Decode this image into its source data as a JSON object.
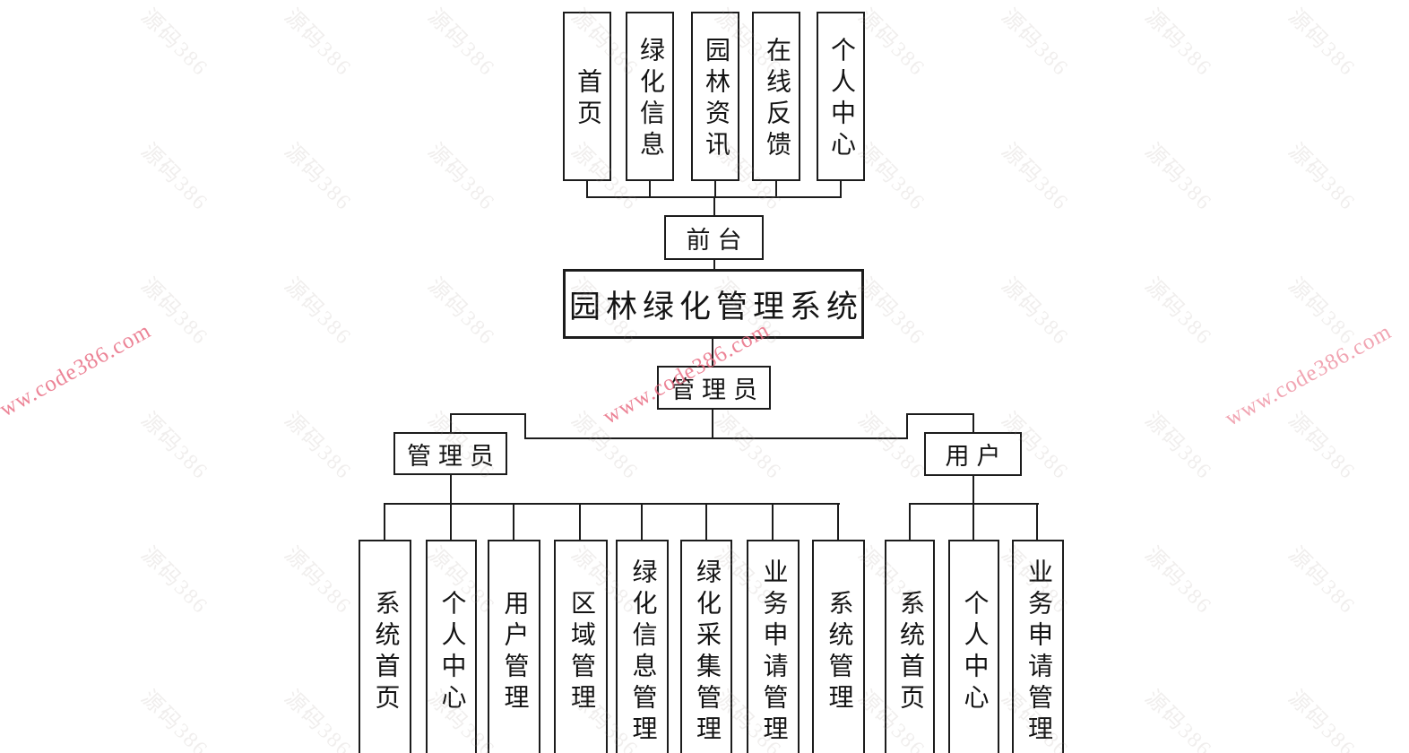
{
  "diagram": {
    "system": {
      "label": "园林绿化管理系统"
    },
    "frontend": {
      "label": "前台"
    },
    "frontend_modules": [
      {
        "label": "首页"
      },
      {
        "label": "绿化信息"
      },
      {
        "label": "园林资讯"
      },
      {
        "label": "在线反馈"
      },
      {
        "label": "个人中心"
      }
    ],
    "backend": {
      "label": "管理员"
    },
    "admin_branch": {
      "label": "管理员",
      "modules": [
        {
          "label": "系统首页"
        },
        {
          "label": "个人中心"
        },
        {
          "label": "用户管理"
        },
        {
          "label": "区域管理"
        },
        {
          "label": "绿化信息管理"
        },
        {
          "label": "绿化采集管理"
        },
        {
          "label": "业务申请管理"
        },
        {
          "label": "系统管理"
        }
      ]
    },
    "user_branch": {
      "label": "用户",
      "modules": [
        {
          "label": "系统首页"
        },
        {
          "label": "个人中心"
        },
        {
          "label": "业务申请管理"
        }
      ]
    }
  },
  "watermark": {
    "red_text": "www.code386.com",
    "red_color": "#e8697f",
    "gray_text": "源码386",
    "gray_grid": {
      "cols": [
        150,
        310,
        470,
        630,
        790,
        950,
        1110,
        1270,
        1430,
        1580
      ],
      "rows": [
        28,
        178,
        328,
        478,
        628,
        788
      ]
    }
  },
  "colors": {
    "line": "#1c1c1c",
    "box_border": "#1c1c1c",
    "background": "#ffffff"
  }
}
